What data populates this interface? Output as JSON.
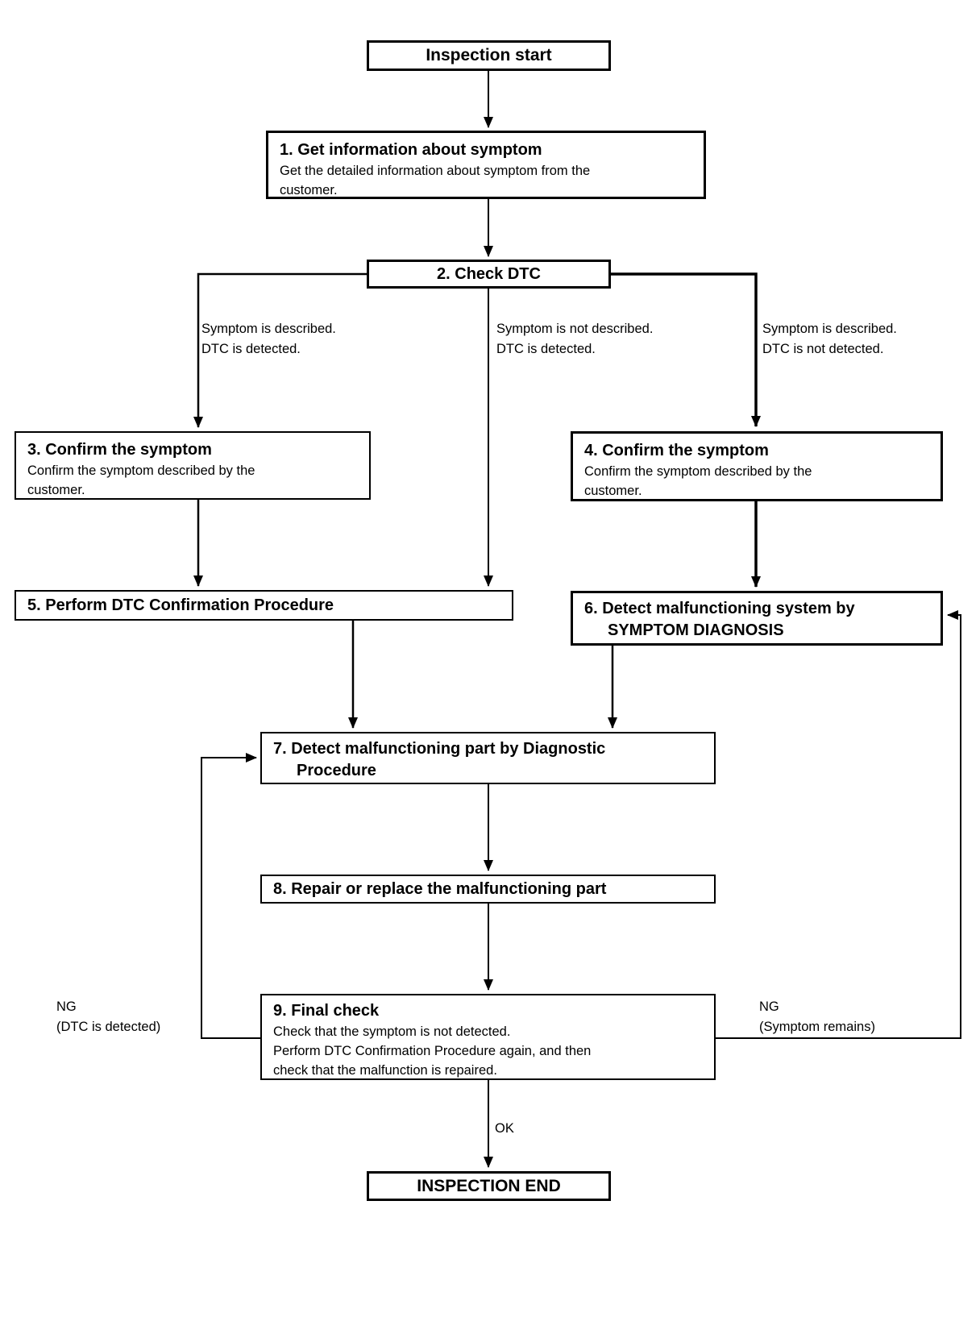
{
  "nodes": {
    "start": {
      "label": "Inspection start"
    },
    "step1": {
      "title": "1. Get information about symptom",
      "body": [
        "Get the detailed information about symptom from the",
        "customer."
      ]
    },
    "step2": {
      "title": "2. Check DTC"
    },
    "step3": {
      "title": "3. Confirm the symptom",
      "body": [
        "Confirm the symptom described by the",
        "customer."
      ]
    },
    "step4": {
      "title": "4. Confirm the symptom",
      "body": [
        "Confirm the symptom described by the",
        "customer."
      ]
    },
    "step5": {
      "title": "5. Perform DTC Confirmation Procedure"
    },
    "step6": {
      "title": [
        "6. Detect malfunctioning system by",
        "SYMPTOM DIAGNOSIS"
      ]
    },
    "step7": {
      "title": [
        "7. Detect malfunctioning part by Diagnostic",
        "Procedure"
      ]
    },
    "step8": {
      "title": "8. Repair or replace the malfunctioning part"
    },
    "step9": {
      "title": "9. Final check",
      "body": [
        "Check that the symptom is not detected.",
        "Perform DTC Confirmation Procedure again, and then",
        "check that the malfunction is repaired."
      ]
    },
    "end": {
      "label": "INSPECTION END"
    }
  },
  "branch_labels": {
    "left": {
      "line1": "Symptom is described.",
      "line2": "DTC is detected."
    },
    "mid": {
      "line1": "Symptom is not described.",
      "line2": "DTC is detected."
    },
    "right": {
      "line1": "Symptom is described.",
      "line2": "DTC is not detected."
    }
  },
  "edge_labels": {
    "ng_left": {
      "line1": "NG",
      "line2": "(DTC is detected)"
    },
    "ng_right": {
      "line1": "NG",
      "line2": "(Symptom remains)"
    },
    "ok": "OK"
  },
  "colors": {
    "background": "#ffffff",
    "line": "#000000",
    "text": "#000000"
  }
}
